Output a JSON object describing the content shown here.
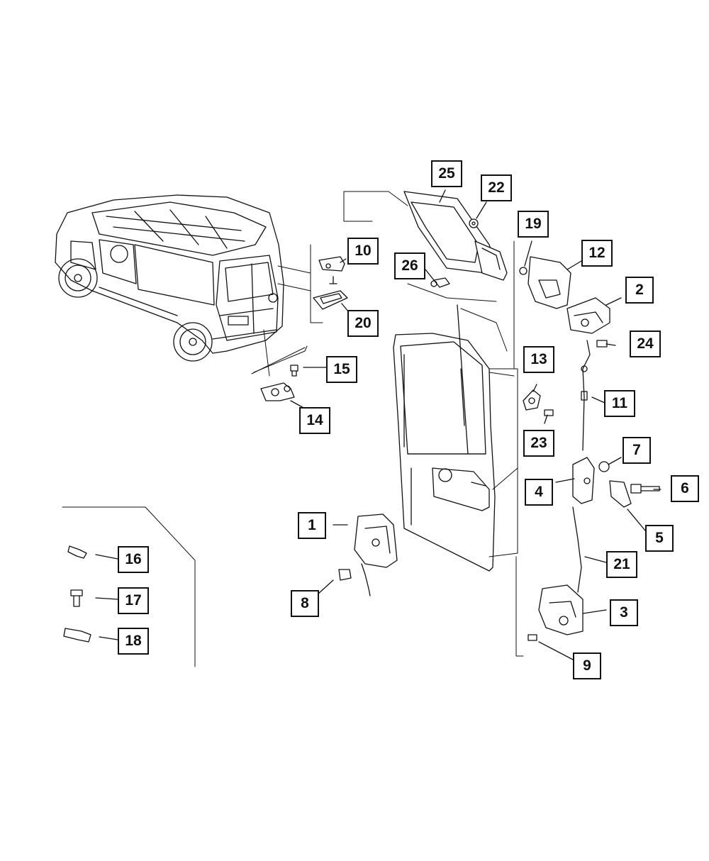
{
  "diagram": {
    "labels": [
      "1",
      "2",
      "3",
      "4",
      "5",
      "6",
      "7",
      "8",
      "9",
      "10",
      "11",
      "12",
      "13",
      "14",
      "15",
      "16",
      "17",
      "18",
      "19",
      "20",
      "21",
      "22",
      "23",
      "24",
      "25",
      "26"
    ],
    "colors": {
      "line": "#111111",
      "part_fill": "#ffffff",
      "shade": "#555555"
    }
  }
}
